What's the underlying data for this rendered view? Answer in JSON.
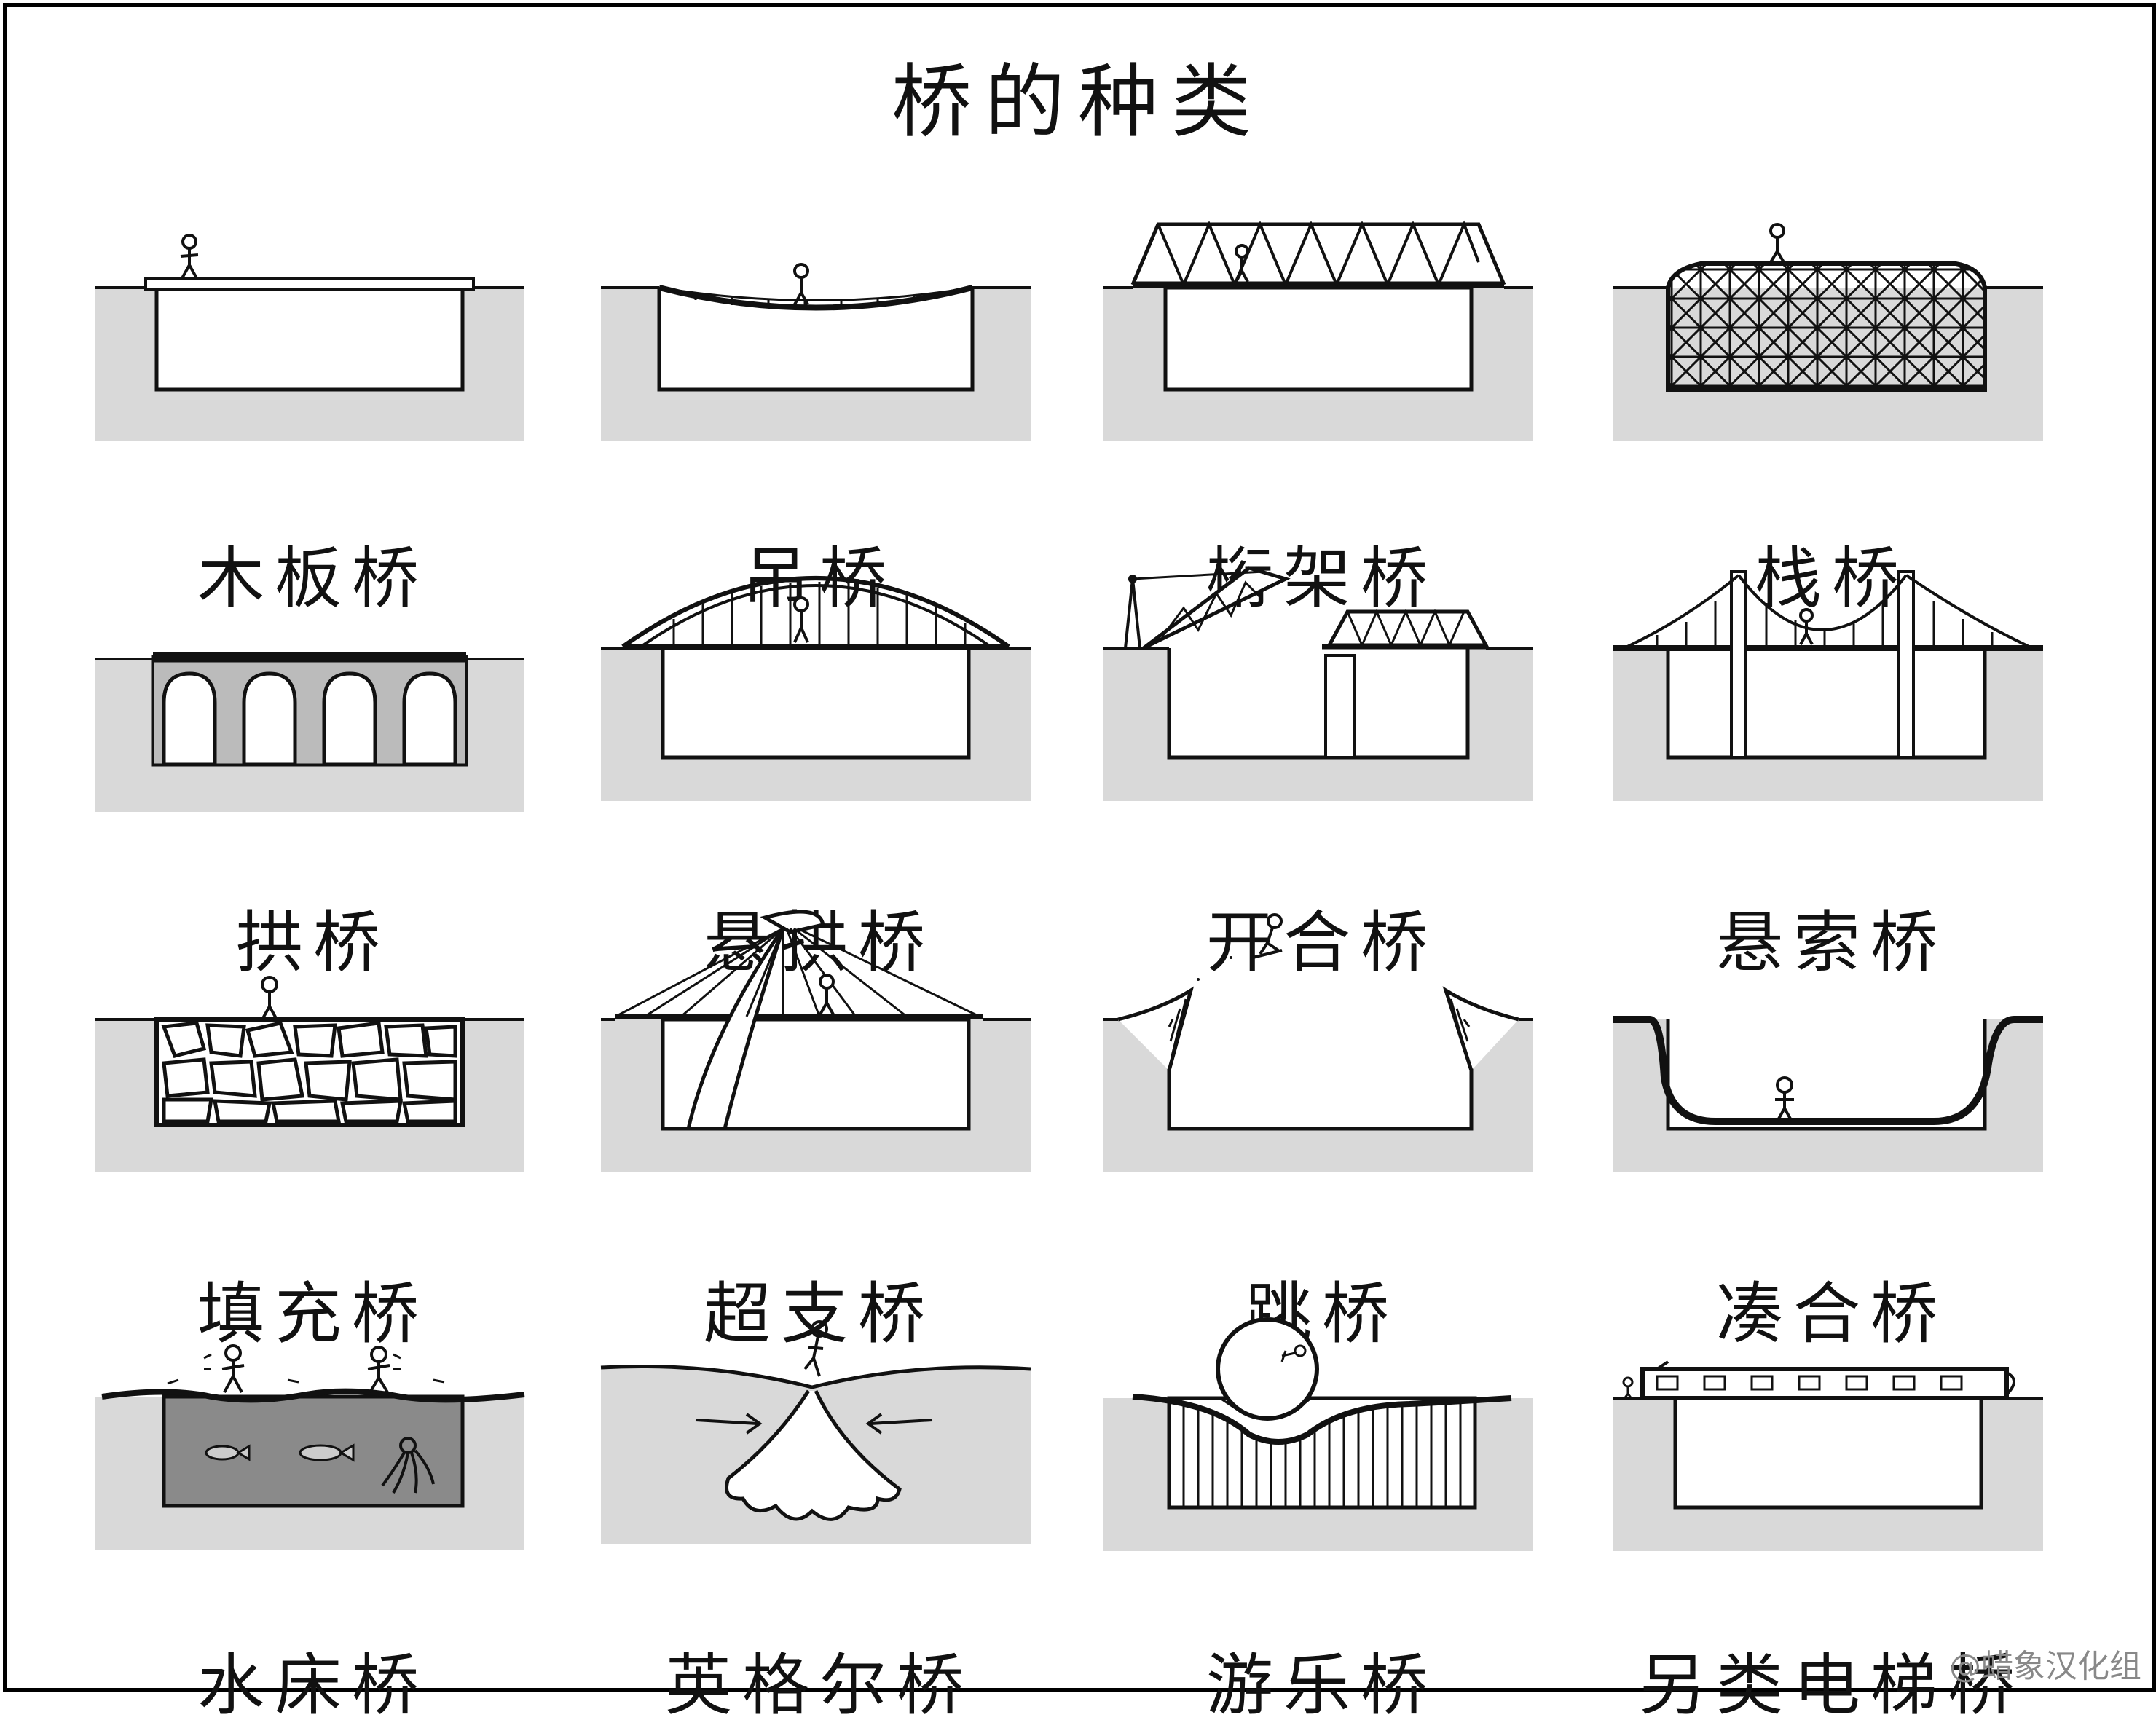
{
  "title": "桥的种类",
  "bridges": [
    {
      "label": "木板桥",
      "icon": "plank-bridge-icon"
    },
    {
      "label": "吊桥",
      "icon": "rope-bridge-icon"
    },
    {
      "label": "桁架桥",
      "icon": "truss-bridge-icon"
    },
    {
      "label": "栈桥",
      "icon": "trestle-bridge-icon"
    },
    {
      "label": "拱桥",
      "icon": "arch-bridge-icon"
    },
    {
      "label": "悬拱桥",
      "icon": "tied-arch-bridge-icon"
    },
    {
      "label": "开合桥",
      "icon": "drawbridge-icon"
    },
    {
      "label": "悬索桥",
      "icon": "suspension-bridge-icon"
    },
    {
      "label": "填充桥",
      "icon": "fill-bridge-icon"
    },
    {
      "label": "超支桥",
      "icon": "overbuilt-bridge-icon"
    },
    {
      "label": "跳桥",
      "icon": "jump-bridge-icon"
    },
    {
      "label": "凑合桥",
      "icon": "halfpipe-bridge-icon"
    },
    {
      "label": "水床桥",
      "icon": "waterbed-bridge-icon"
    },
    {
      "label": "英格尔桥",
      "icon": "ingle-bridge-icon"
    },
    {
      "label": "游乐桥",
      "icon": "loop-bridge-icon"
    },
    {
      "label": "另类电梯桥",
      "icon": "elevator-bridge-icon"
    }
  ],
  "credit": "@蜡象汉化组",
  "colors": {
    "ground": "#d9d9d9",
    "ink": "#111111",
    "water": "#8a8a8a"
  }
}
